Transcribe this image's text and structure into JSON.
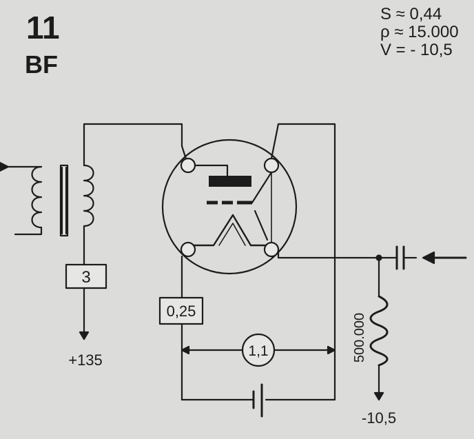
{
  "header": {
    "number": "11",
    "type": "BF"
  },
  "specs": {
    "s": "S ≈ 0,44",
    "p": "ρ ≈ 15.000",
    "v": "V = - 10,5"
  },
  "labels": {
    "transformer_ratio": "3",
    "plus_supply": "+135",
    "filament_resistor": "0,25",
    "filament_value": "1,1",
    "grid_resistor": "500.000",
    "grid_bias": "-10,5"
  },
  "colors": {
    "ink": "#1c1c1c",
    "paper": "#dcdcda",
    "box_fill": "#e6e6e4"
  }
}
